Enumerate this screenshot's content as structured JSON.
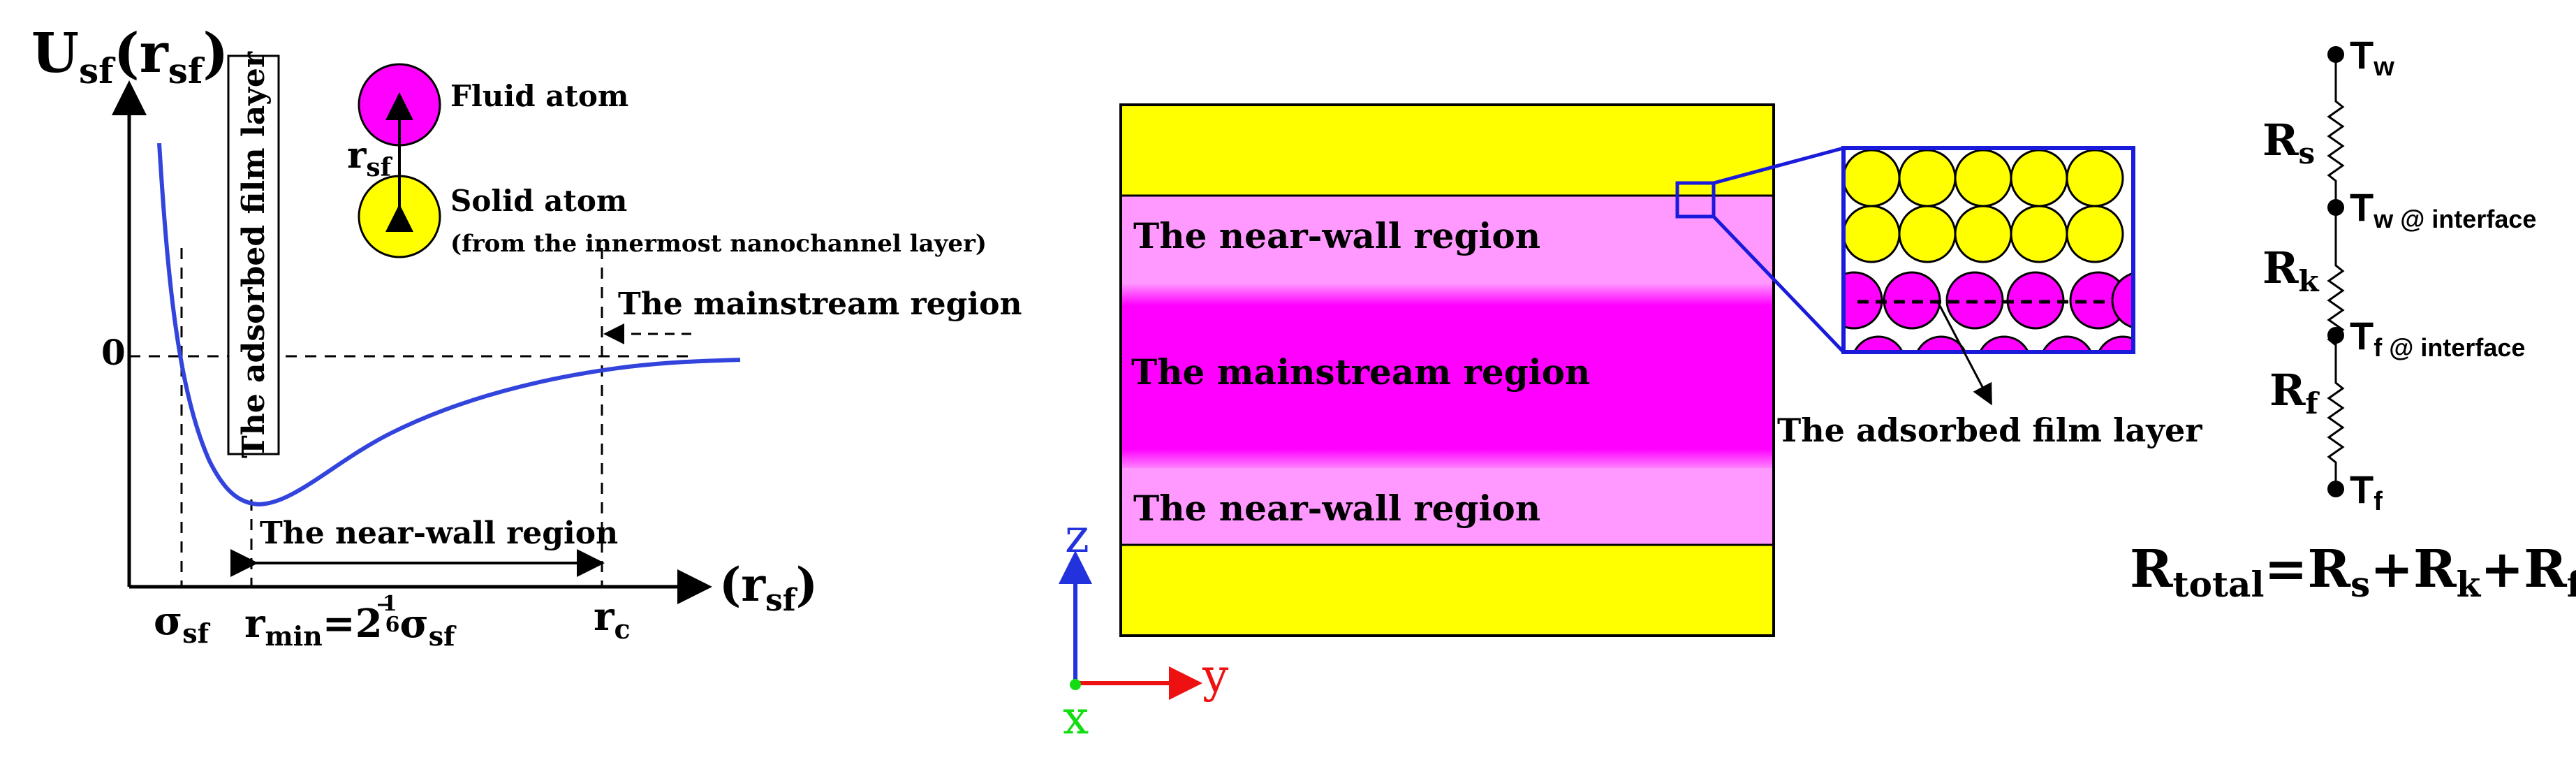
{
  "colors": {
    "curve": "#3344dd",
    "fluid_atom": "#ff00ff",
    "solid_atom": "#ffff00",
    "near_wall": "#ff99ff",
    "mainstream": "#ff00ff",
    "wall": "#ffff00",
    "zoom_box": "#1a1adb",
    "axis_z": "#2233dd",
    "axis_y": "#ee1111",
    "axis_x": "#11dd11"
  },
  "potential": {
    "y_axis": {
      "U": "U",
      "sf": "sf",
      "paren_open": "(r",
      "sub": "sf",
      "paren_close": ")"
    },
    "x_axis": {
      "open": "(r",
      "sub": "sf",
      "close": ")"
    },
    "zero_label": "0",
    "sigma": {
      "main": "σ",
      "sub": "sf"
    },
    "rmin": {
      "r": "r",
      "sub": "min",
      "eq": "=2",
      "exp_num": "1",
      "exp_den": "6",
      "sigma": "σ",
      "sigma_sub": "sf"
    },
    "rc": {
      "r": "r",
      "sub": "c"
    },
    "adsorbed_label": "The adsorbed film layer",
    "near_wall_label": "The near-wall region",
    "mainstream_label": "The mainstream region",
    "legend": {
      "fluid": "Fluid atom",
      "solid": "Solid atom",
      "solid_note": "(from the innermost nanochannel layer)",
      "r": "r",
      "r_sub": "sf"
    }
  },
  "channel": {
    "near_wall_top": "The near-wall region",
    "mainstream": "The mainstream region",
    "near_wall_bottom": "The near-wall region",
    "adsorbed_label": "The adsorbed film layer",
    "axes": {
      "z": "z",
      "y": "y",
      "x": "x"
    }
  },
  "resistance": {
    "Tw": {
      "T": "T",
      "sub": "w"
    },
    "Twi": {
      "T": "T",
      "sub": "w @ interface"
    },
    "Tfi": {
      "T": "T",
      "sub": "f @ interface"
    },
    "Tf": {
      "T": "T",
      "sub": "f"
    },
    "Rs": {
      "R": "R",
      "sub": "s"
    },
    "Rk": {
      "R": "R",
      "sub": "k"
    },
    "Rf": {
      "R": "R",
      "sub": "f"
    },
    "equation": {
      "R1": "R",
      "sub1": "total",
      "eq": "=R",
      "sub2": "s",
      "plus1": "+R",
      "sub3": "k",
      "plus2": "+R",
      "sub4": "f"
    }
  }
}
